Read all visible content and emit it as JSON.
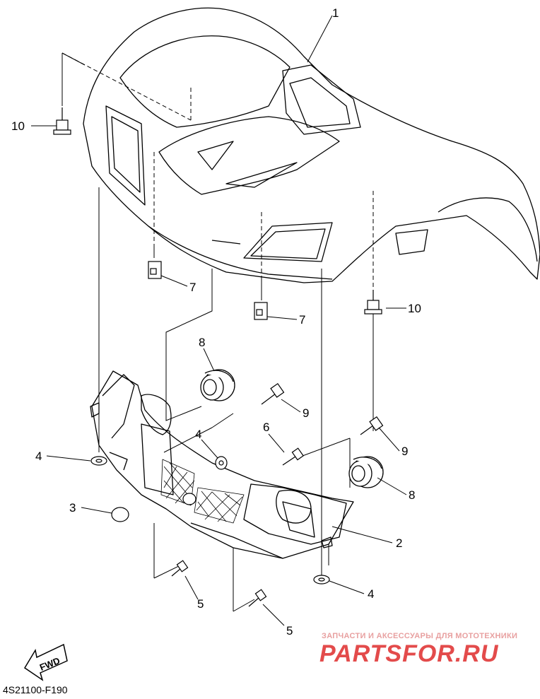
{
  "diagram_code": "4S21100-F190",
  "watermark": {
    "tagline": "ЗАПЧАСТИ И АКСЕССУАРЫ ДЛЯ МОТОТЕХНИКИ",
    "logo": "PARTSFOR.RU"
  },
  "direction_label": "FWD",
  "callouts": {
    "c1": "1",
    "c2": "2",
    "c3": "3",
    "c4a": "4",
    "c4b": "4",
    "c4c": "4",
    "c5a": "5",
    "c5b": "5",
    "c6": "6",
    "c7a": "7",
    "c7b": "7",
    "c8a": "8",
    "c8b": "8",
    "c9a": "9",
    "c9b": "9",
    "c10a": "10",
    "c10b": "10"
  }
}
